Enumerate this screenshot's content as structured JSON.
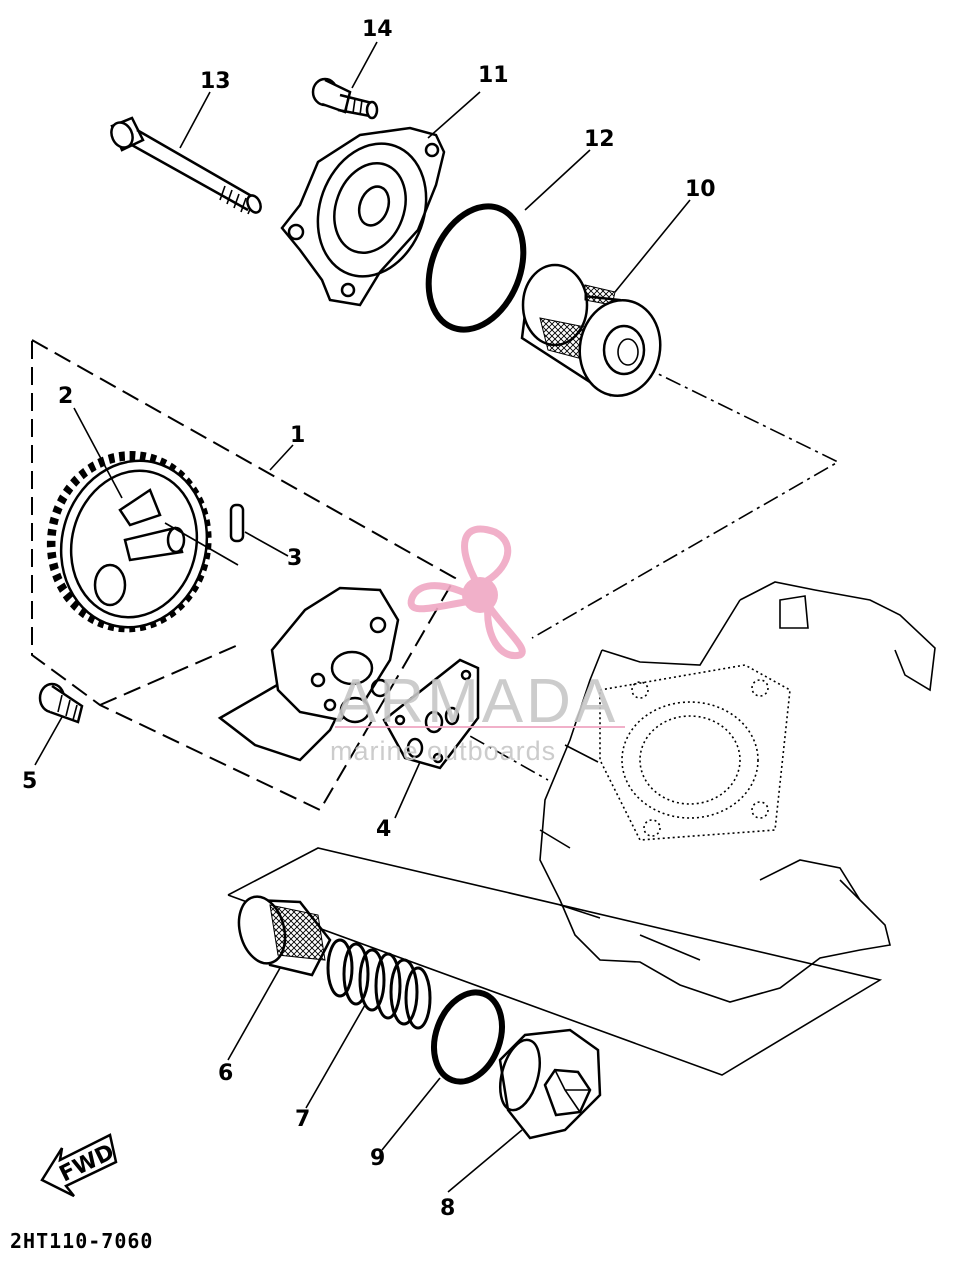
{
  "diagram": {
    "callouts": [
      {
        "id": "c1",
        "label": "1"
      },
      {
        "id": "c2",
        "label": "2"
      },
      {
        "id": "c3",
        "label": "3"
      },
      {
        "id": "c4",
        "label": "4"
      },
      {
        "id": "c5",
        "label": "5"
      },
      {
        "id": "c6",
        "label": "6"
      },
      {
        "id": "c7",
        "label": "7"
      },
      {
        "id": "c8",
        "label": "8"
      },
      {
        "id": "c9",
        "label": "9"
      },
      {
        "id": "c10",
        "label": "10"
      },
      {
        "id": "c11",
        "label": "11"
      },
      {
        "id": "c12",
        "label": "12"
      },
      {
        "id": "c13",
        "label": "13"
      },
      {
        "id": "c14",
        "label": "14"
      }
    ],
    "fwd_label": "FWD",
    "drawing_code": "2HT110-7060"
  },
  "watermark": {
    "brand": "ARMADA",
    "tagline": "marine outboards",
    "logo_color": "#f0a8c4",
    "text_color": "#c7c7c7"
  }
}
